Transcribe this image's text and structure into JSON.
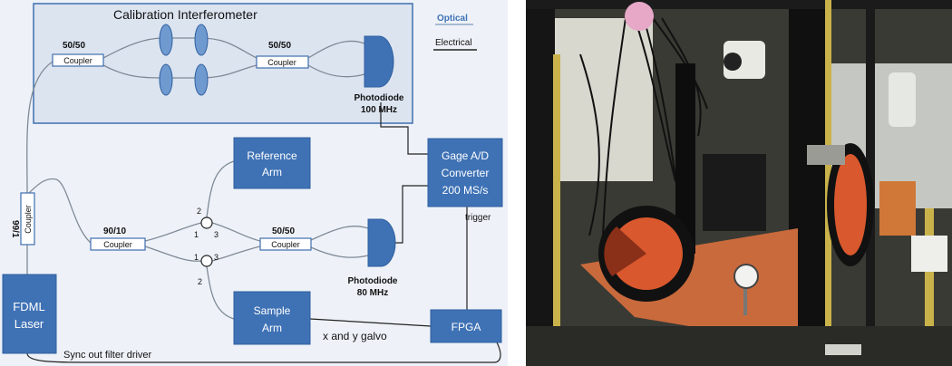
{
  "diagram": {
    "title": "Calibration Interferometer",
    "legend": {
      "optical": "Optical",
      "electrical": "Electrical"
    },
    "cal_coupler_in": {
      "ratio": "50/50",
      "label": "Coupler"
    },
    "cal_coupler_out": {
      "ratio": "50/50",
      "label": "Coupler"
    },
    "photodiode_cal": {
      "line1": "Photodiode",
      "line2": "100 MHz"
    },
    "reference_arm": {
      "line1": "Reference",
      "line2": "Arm"
    },
    "gage": {
      "line1": "Gage A/D",
      "line2": "Converter",
      "line3": "200 MS/s"
    },
    "trigger": "trigger",
    "coupler_99": {
      "ratio": "99/1",
      "label": "Coupler"
    },
    "coupler_90": {
      "ratio": "90/10",
      "label": "Coupler"
    },
    "coupler_50": {
      "ratio": "50/50",
      "label": "Coupler"
    },
    "circ_top_ports": {
      "p1": "1",
      "p2": "2",
      "p3": "3"
    },
    "circ_bot_ports": {
      "p1": "1",
      "p2": "2",
      "p3": "3"
    },
    "photodiode_main": {
      "line1": "Photodiode",
      "line2": "80 MHz"
    },
    "fdml": {
      "line1": "FDML",
      "line2": "Laser"
    },
    "sample_arm": {
      "line1": "Sample",
      "line2": "Arm"
    },
    "fpga": "FPGA",
    "galvo": "x and y galvo",
    "sync": "Sync out filter driver"
  },
  "photo": {},
  "colors": {
    "box_fill": "#3f72b5",
    "panel_fill": "#dce4f0",
    "fiber": "#7f8a96",
    "wire": "#222222",
    "optical_label": "#3f72b5"
  }
}
